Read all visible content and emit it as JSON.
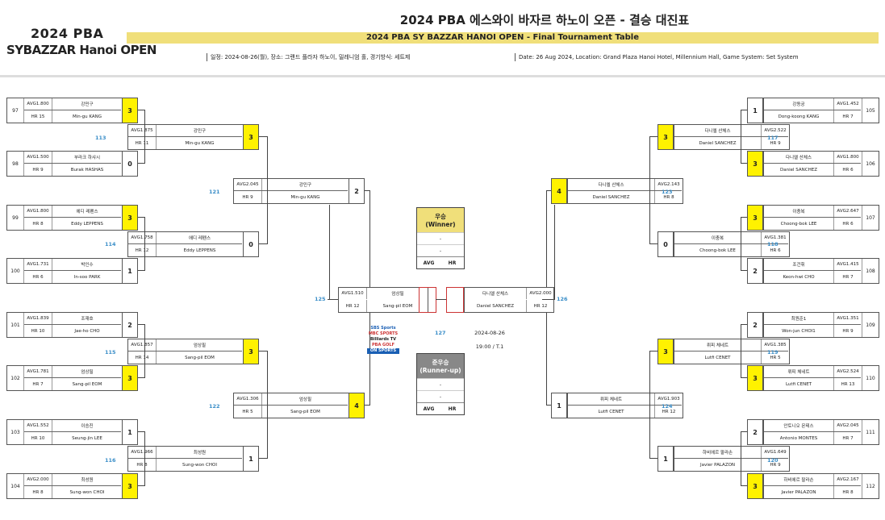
{
  "header": {
    "logo_line1": "2024 PBA",
    "logo_line2": "SYBAZZAR Hanoi OPEN",
    "title_ko": "2024 PBA 에스와이 바자르 하노이 오픈  - 결승 대진표",
    "title_en": "2024 PBA SY BAZZAR HANOI OPEN - Final Tournament Table",
    "info_ko": "일정: 2024-08-26(월), 장소: 그랜드 플라자 하노이, 밀레니엄 홀, 경기방식: 세트제",
    "info_en": "Date: 26 Aug 2024, Location: Grand Plaza Hanoi Hotel, Millennium Hall, Game System: Set System"
  },
  "r1_left": [
    {
      "seed": "97",
      "avg": "AVG1.800",
      "hr": "HR 15",
      "name_ko": "강민구",
      "name_en": "Min-gu KANG",
      "score": "3",
      "win": true
    },
    {
      "seed": "98",
      "avg": "AVG1.500",
      "hr": "HR 9",
      "name_ko": "부라크 하샤시",
      "name_en": "Burak HASHAS",
      "score": "0",
      "win": false
    },
    {
      "seed": "99",
      "avg": "AVG1.800",
      "hr": "HR 8",
      "name_ko": "에디 레펜스",
      "name_en": "Eddy LEPPENS",
      "score": "3",
      "win": true
    },
    {
      "seed": "100",
      "avg": "AVG1.731",
      "hr": "HR 6",
      "name_ko": "박인수",
      "name_en": "In-soo PARK",
      "score": "1",
      "win": false
    },
    {
      "seed": "101",
      "avg": "AVG1.839",
      "hr": "HR 10",
      "name_ko": "조재호",
      "name_en": "Jae-ho CHO",
      "score": "2",
      "win": false
    },
    {
      "seed": "102",
      "avg": "AVG1.781",
      "hr": "HR 7",
      "name_ko": "엄상필",
      "name_en": "Sang-pil EOM",
      "score": "3",
      "win": true
    },
    {
      "seed": "103",
      "avg": "AVG1.552",
      "hr": "HR 10",
      "name_ko": "이승진",
      "name_en": "Seung-jin LEE",
      "score": "1",
      "win": false
    },
    {
      "seed": "104",
      "avg": "AVG2.000",
      "hr": "HR 8",
      "name_ko": "최성원",
      "name_en": "Sung-won CHOI",
      "score": "3",
      "win": true
    }
  ],
  "r1_right": [
    {
      "seed": "105",
      "avg": "AVG1.452",
      "hr": "HR 7",
      "name_ko": "강동궁",
      "name_en": "Dong-koong KANG",
      "score": "1",
      "win": false
    },
    {
      "seed": "106",
      "avg": "AVG1.800",
      "hr": "HR 6",
      "name_ko": "다니엘 산체스",
      "name_en": "Daniel SANCHEZ",
      "score": "3",
      "win": true
    },
    {
      "seed": "107",
      "avg": "AVG2.647",
      "hr": "HR 6",
      "name_ko": "이충복",
      "name_en": "Choong-bok LEE",
      "score": "3",
      "win": true
    },
    {
      "seed": "108",
      "avg": "AVG1.415",
      "hr": "HR 7",
      "name_ko": "조건휘",
      "name_en": "Keon-hwi CHO",
      "score": "2",
      "win": false
    },
    {
      "seed": "109",
      "avg": "AVG1.351",
      "hr": "HR 9",
      "name_ko": "최원준1",
      "name_en": "Won-jun CHOI1",
      "score": "2",
      "win": false
    },
    {
      "seed": "110",
      "avg": "AVG2.524",
      "hr": "HR 13",
      "name_ko": "뤼피 체네트",
      "name_en": "Lutfi CENET",
      "score": "3",
      "win": true
    },
    {
      "seed": "111",
      "avg": "AVG2.045",
      "hr": "HR 7",
      "name_ko": "안토니오 몬테스",
      "name_en": "Antonio MONTES",
      "score": "2",
      "win": false
    },
    {
      "seed": "112",
      "avg": "AVG2.167",
      "hr": "HR 8",
      "name_ko": "하비에르 팔라손",
      "name_en": "Javier PALAZON",
      "score": "3",
      "win": true
    }
  ],
  "r2_left": [
    {
      "match": "113",
      "avg": "AVG1.875",
      "hr": "HR 11",
      "name_ko": "강민구",
      "name_en": "Min-gu KANG",
      "score": "3",
      "win": true
    },
    {
      "match": "114",
      "avg": "AVG1.758",
      "hr": "HR 12",
      "name_ko": "에디 레펜스",
      "name_en": "Eddy LEPPENS",
      "score": "0",
      "win": false
    },
    {
      "match": "115",
      "avg": "AVG1.857",
      "hr": "HR 14",
      "name_ko": "엄상필",
      "name_en": "Sang-pil EOM",
      "score": "3",
      "win": true
    },
    {
      "match": "116",
      "avg": "AVG1.966",
      "hr": "HR 8",
      "name_ko": "최성원",
      "name_en": "Sung-won CHOI",
      "score": "1",
      "win": false
    }
  ],
  "r2_right": [
    {
      "match": "117",
      "avg": "AVG2.522",
      "hr": "HR 9",
      "name_ko": "다니엘 산체스",
      "name_en": "Daniel SANCHEZ",
      "score": "3",
      "win": true
    },
    {
      "match": "118",
      "avg": "AVG1.381",
      "hr": "HR 6",
      "name_ko": "이충복",
      "name_en": "Choong-bok LEE",
      "score": "0",
      "win": false
    },
    {
      "match": "119",
      "avg": "AVG1.385",
      "hr": "HR 5",
      "name_ko": "뤼피 체네트",
      "name_en": "Lutfi CENET",
      "score": "3",
      "win": true
    },
    {
      "match": "120",
      "avg": "AVG1.649",
      "hr": "HR 9",
      "name_ko": "하비에르 팔라손",
      "name_en": "Javier PALAZON",
      "score": "1",
      "win": false
    }
  ],
  "r3_left": [
    {
      "match": "121",
      "avg": "AVG2.045",
      "hr": "HR 9",
      "name_ko": "강민구",
      "name_en": "Min-gu KANG",
      "score": "2",
      "win": false
    },
    {
      "match": "122",
      "avg": "AVG1.306",
      "hr": "HR 5",
      "name_ko": "엄상필",
      "name_en": "Sang-pil EOM",
      "score": "4",
      "win": true
    }
  ],
  "r3_right": [
    {
      "match": "123",
      "avg": "AVG2.143",
      "hr": "HR 8",
      "name_ko": "다니엘 산체스",
      "name_en": "Daniel SANCHEZ",
      "score": "4",
      "win": true
    },
    {
      "match": "124",
      "avg": "AVG1.903",
      "hr": "HR 12",
      "name_ko": "뤼피 체네트",
      "name_en": "Lutfi CENET",
      "score": "1",
      "win": false
    }
  ],
  "final": {
    "left": {
      "match": "125",
      "avg": "AVG1.510",
      "hr": "HR 12",
      "name_ko": "엄상필",
      "name_en": "Sang-pil EOM"
    },
    "right": {
      "match": "126",
      "avg": "AVG2.000",
      "hr": "HR 12",
      "name_ko": "다니엘 산체스",
      "name_en": "Daniel SANCHEZ"
    },
    "match_no": "127",
    "date": "2024-08-26",
    "time": "19:00 / T.1"
  },
  "winner_panel": {
    "title_ko": "우승",
    "title_en": "(Winner)",
    "row1": "-",
    "row2": "-",
    "avg": "AVG",
    "hr": "HR",
    "color": "#f0df7a"
  },
  "runner_panel": {
    "title_ko": "준우승",
    "title_en": "(Runner-up)",
    "row1": "-",
    "row2": "-",
    "avg": "AVG",
    "hr": "HR",
    "color": "#888888"
  },
  "sponsors": {
    "line1": "SBS Sports",
    "line2": "MBC SPORTS",
    "line3": "Billiards TV",
    "line4": "PBA GOLF",
    "line5": "ON SPORTS"
  },
  "colors": {
    "win": "#fff200",
    "header_band": "#f0df7a",
    "match_no": "#3a8ec8",
    "final_border": "#cc3333"
  }
}
